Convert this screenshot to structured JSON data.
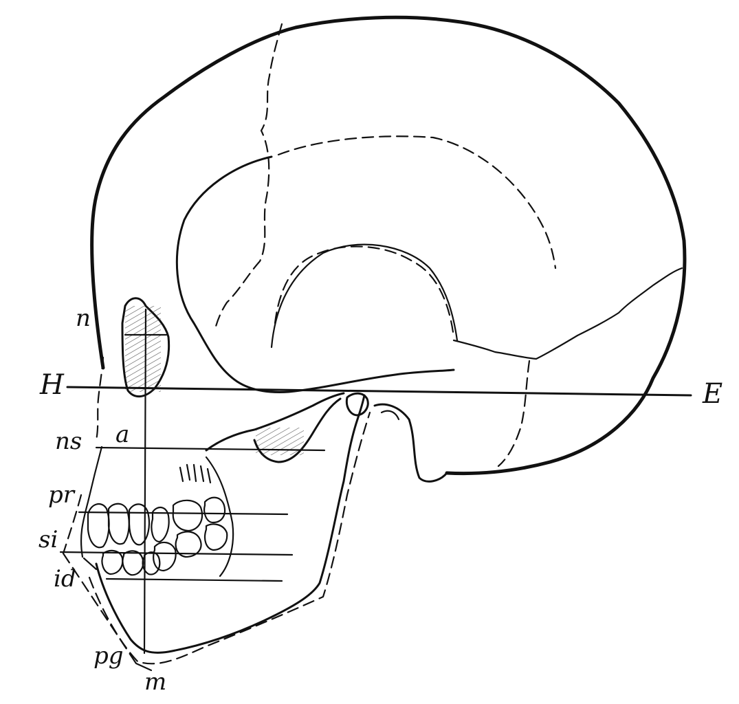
{
  "colors": {
    "ink": "#111111",
    "paper": "#ffffff"
  },
  "labels": {
    "n": "n",
    "H": "H",
    "E": "E",
    "ns": "ns",
    "a": "a",
    "pr": "pr",
    "si": "si",
    "id": "id",
    "pg": "pg",
    "m": "m"
  }
}
